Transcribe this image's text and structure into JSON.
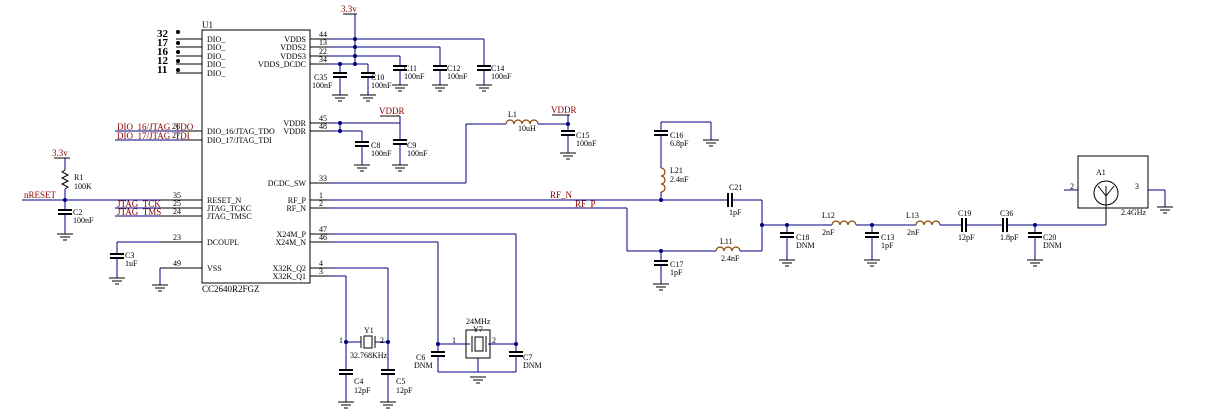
{
  "u1": {
    "ref": "U1",
    "part": "CC2640R2FGZ",
    "dio_numbers": [
      "32",
      "17",
      "16",
      "12",
      "11"
    ],
    "dio_label": "DIO_",
    "left_pins": [
      {
        "name": "DIO_16/JTAG_TDO",
        "num": "26"
      },
      {
        "name": "DIO_17/JTAG_TDI",
        "num": "27"
      },
      {
        "name": "RESET_N",
        "num": "35"
      },
      {
        "name": "JTAG_TCKC",
        "num": "25"
      },
      {
        "name": "JTAG_TMSC",
        "num": "24"
      },
      {
        "name": "DCOUPL",
        "num": "23"
      },
      {
        "name": "VSS",
        "num": "49"
      }
    ],
    "right_pins": [
      {
        "name": "VDDS",
        "num": "44"
      },
      {
        "name": "VDDS2",
        "num": "13"
      },
      {
        "name": "VDDS3",
        "num": "22"
      },
      {
        "name": "VDDS_DCDC",
        "num": "34"
      },
      {
        "name": "VDDR",
        "num": "45"
      },
      {
        "name": "VDDR",
        "num": "48"
      },
      {
        "name": "DCDC_SW",
        "num": "33"
      },
      {
        "name": "RF_P",
        "num": "1"
      },
      {
        "name": "RF_N",
        "num": "2"
      },
      {
        "name": "X24M_P",
        "num": "47"
      },
      {
        "name": "X24M_N",
        "num": "46"
      },
      {
        "name": "X32K_Q2",
        "num": "4"
      },
      {
        "name": "X32K_Q1",
        "num": "3"
      }
    ]
  },
  "nets": {
    "v33_top": "3.3v",
    "v33_left": "3.3v",
    "vddr_1": "VDDR",
    "vddr_2": "VDDR",
    "nreset": "nRESET",
    "dio16": "DIO_16/JTAG_TDO",
    "dio17": "DIO_17/JTAG_TDI",
    "jtag_tck": "JTAG_TCK",
    "jtag_tms": "JTAG_TMS",
    "rf_n": "RF_N",
    "rf_p": "RF_P"
  },
  "components": {
    "c35": {
      "ref": "C35",
      "value": "100nF"
    },
    "c10": {
      "ref": "C10",
      "value": "100nF"
    },
    "c11": {
      "ref": "C11",
      "value": "100nF"
    },
    "c12": {
      "ref": "C12",
      "value": "100nF"
    },
    "c14": {
      "ref": "C14",
      "value": "100nF"
    },
    "c8": {
      "ref": "C8",
      "value": "100nF"
    },
    "c9": {
      "ref": "C9",
      "value": "100nF"
    },
    "l1": {
      "ref": "L1",
      "value": "10uH"
    },
    "c15": {
      "ref": "C15",
      "value": "100nF"
    },
    "r1": {
      "ref": "R1",
      "value": "100K"
    },
    "c2": {
      "ref": "C2",
      "value": "100nF"
    },
    "c3": {
      "ref": "C3",
      "value": "1uF"
    },
    "c16": {
      "ref": "C16",
      "value": "6.8pF"
    },
    "l21": {
      "ref": "L21",
      "value": "2.4nF"
    },
    "c21": {
      "ref": "C21",
      "value": "1pF"
    },
    "l11": {
      "ref": "L11",
      "value": "2.4nF"
    },
    "c17": {
      "ref": "C17",
      "value": "1pF"
    },
    "c18": {
      "ref": "C18",
      "value": "DNM"
    },
    "l12": {
      "ref": "L12",
      "value": "2nF"
    },
    "c13": {
      "ref": "C13",
      "value": "1pF"
    },
    "l13": {
      "ref": "L13",
      "value": "2nF"
    },
    "c19": {
      "ref": "C19",
      "value": "12pF"
    },
    "c36": {
      "ref": "C36",
      "value": "1.8pF"
    },
    "c20": {
      "ref": "C20",
      "value": "DNM"
    },
    "a1": {
      "ref": "A1",
      "value": "2.4GHz",
      "pin_left": "2",
      "pin_right": "3"
    },
    "y1": {
      "ref": "Y1",
      "value": "32.768KHz",
      "pin_left": "1",
      "pin_right": "2"
    },
    "c4": {
      "ref": "C4",
      "value": "12pF"
    },
    "c5": {
      "ref": "C5",
      "value": "12pF"
    },
    "y7": {
      "ref": "Y7",
      "value": "24MHz",
      "pin_left": "1",
      "pin_right": "2"
    },
    "c6": {
      "ref": "C6",
      "value": "DNM"
    },
    "c7": {
      "ref": "C7",
      "value": "DNM"
    }
  }
}
